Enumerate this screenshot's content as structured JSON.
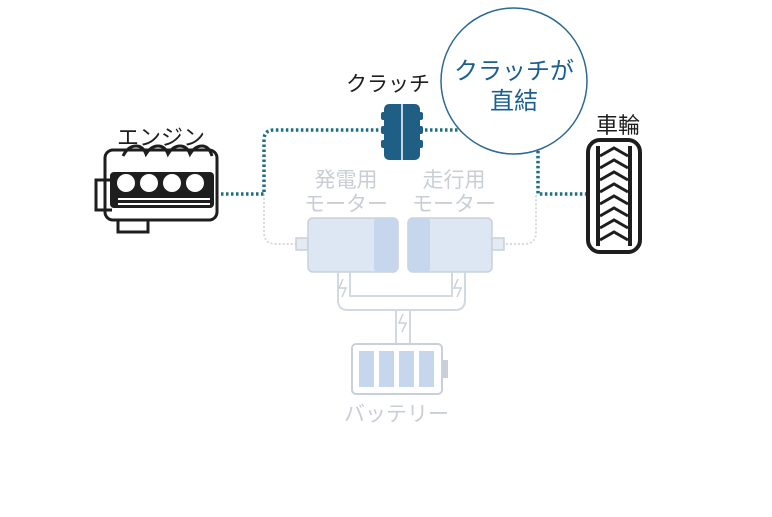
{
  "diagram": {
    "engine_label": "エンジン",
    "clutch_label": "クラッチ",
    "clutch_direct_line1": "クラッチが",
    "clutch_direct_line2": "直結",
    "wheel_label": "車輪",
    "generator_line1": "発電用",
    "generator_line2": "モーター",
    "drive_motor_line1": "走行用",
    "drive_motor_line2": "モーター",
    "battery_label": "バッテリー"
  },
  "colors": {
    "active_path": "#1e6f86",
    "clutch": "#1f5f86",
    "callout_text": "#1b5f8f",
    "callout_ring": "#2a6a95",
    "inactive": "#c9d0da",
    "motor_fill": "#dde6f3",
    "dark": "#1e1e1e"
  }
}
